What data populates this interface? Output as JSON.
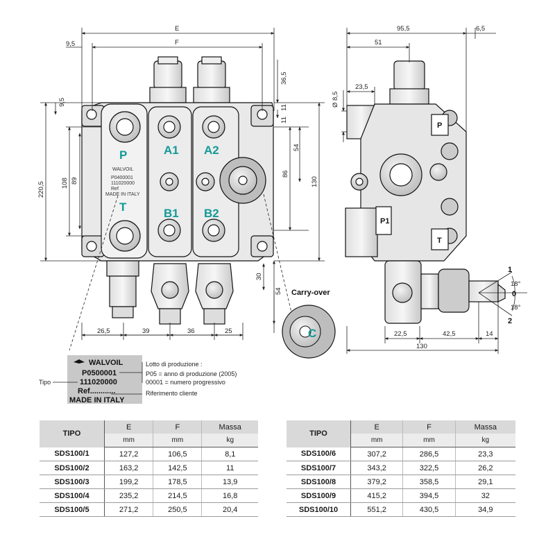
{
  "dims": {
    "E": "E",
    "F": "F",
    "d9_5a": "9,5",
    "d9_5b": "9,5",
    "d36_5": "36,5",
    "d11a": "11",
    "d11b": "11",
    "d54a": "54",
    "d86": "86",
    "d130v": "130",
    "d220_5": "220,5",
    "d108": "108",
    "d89": "89",
    "d30": "30",
    "d54b": "54",
    "d26_5": "26,5",
    "d39": "39",
    "d36": "36",
    "d25": "25",
    "d95_5": "95,5",
    "d6_5": "6,5",
    "d51": "51",
    "d23_5": "23,5",
    "d8_5": "Ø 8,5",
    "d22_5": "22,5",
    "d42_5": "42,5",
    "d14": "14",
    "d130h": "130",
    "ang1": "18°",
    "ang2": "18°",
    "pos1": "1",
    "pos0": "0",
    "pos2": "2"
  },
  "ports": {
    "P": "P",
    "A1": "A1",
    "A2": "A2",
    "T": "T",
    "B1": "B1",
    "B2": "B2",
    "C": "C",
    "sideP": "P",
    "sideP1": "P1",
    "sideT": "T"
  },
  "small_plate": [
    "WALVOIL",
    "P0400001",
    "111020000",
    "Ref",
    "MADE IN ITALY"
  ],
  "callout": "Carry-over",
  "plate": {
    "brand": "WALVOIL",
    "lot": "P0500001",
    "type": "111020000",
    "ref": "Ref............",
    "made": "MADE IN ITALY",
    "tipo_label": "Tipo",
    "lot_title": "Lotto di produzione :",
    "lot_line1": "P05 = anno di produzione (2005)",
    "lot_line2": "00001 = numero progressivo",
    "ref_note": "Riferimento cliente"
  },
  "tables": [
    {
      "headers": [
        "TIPO",
        "E",
        "F",
        "Massa"
      ],
      "units": [
        "mm",
        "mm",
        "kg"
      ],
      "rows": [
        [
          "SDS100/1",
          "127,2",
          "106,5",
          "8,1"
        ],
        [
          "SDS100/2",
          "163,2",
          "142,5",
          "11"
        ],
        [
          "SDS100/3",
          "199,2",
          "178,5",
          "13,9"
        ],
        [
          "SDS100/4",
          "235,2",
          "214,5",
          "16,8"
        ],
        [
          "SDS100/5",
          "271,2",
          "250,5",
          "20,4"
        ]
      ]
    },
    {
      "headers": [
        "TIPO",
        "E",
        "F",
        "Massa"
      ],
      "units": [
        "mm",
        "mm",
        "kg"
      ],
      "rows": [
        [
          "SDS100/6",
          "307,2",
          "286,5",
          "23,3"
        ],
        [
          "SDS100/7",
          "343,2",
          "322,5",
          "26,2"
        ],
        [
          "SDS100/8",
          "379,2",
          "358,5",
          "29,1"
        ],
        [
          "SDS100/9",
          "415,2",
          "394,5",
          "32"
        ],
        [
          "SDS100/10",
          "551,2",
          "430,5",
          "34,9"
        ]
      ]
    }
  ]
}
